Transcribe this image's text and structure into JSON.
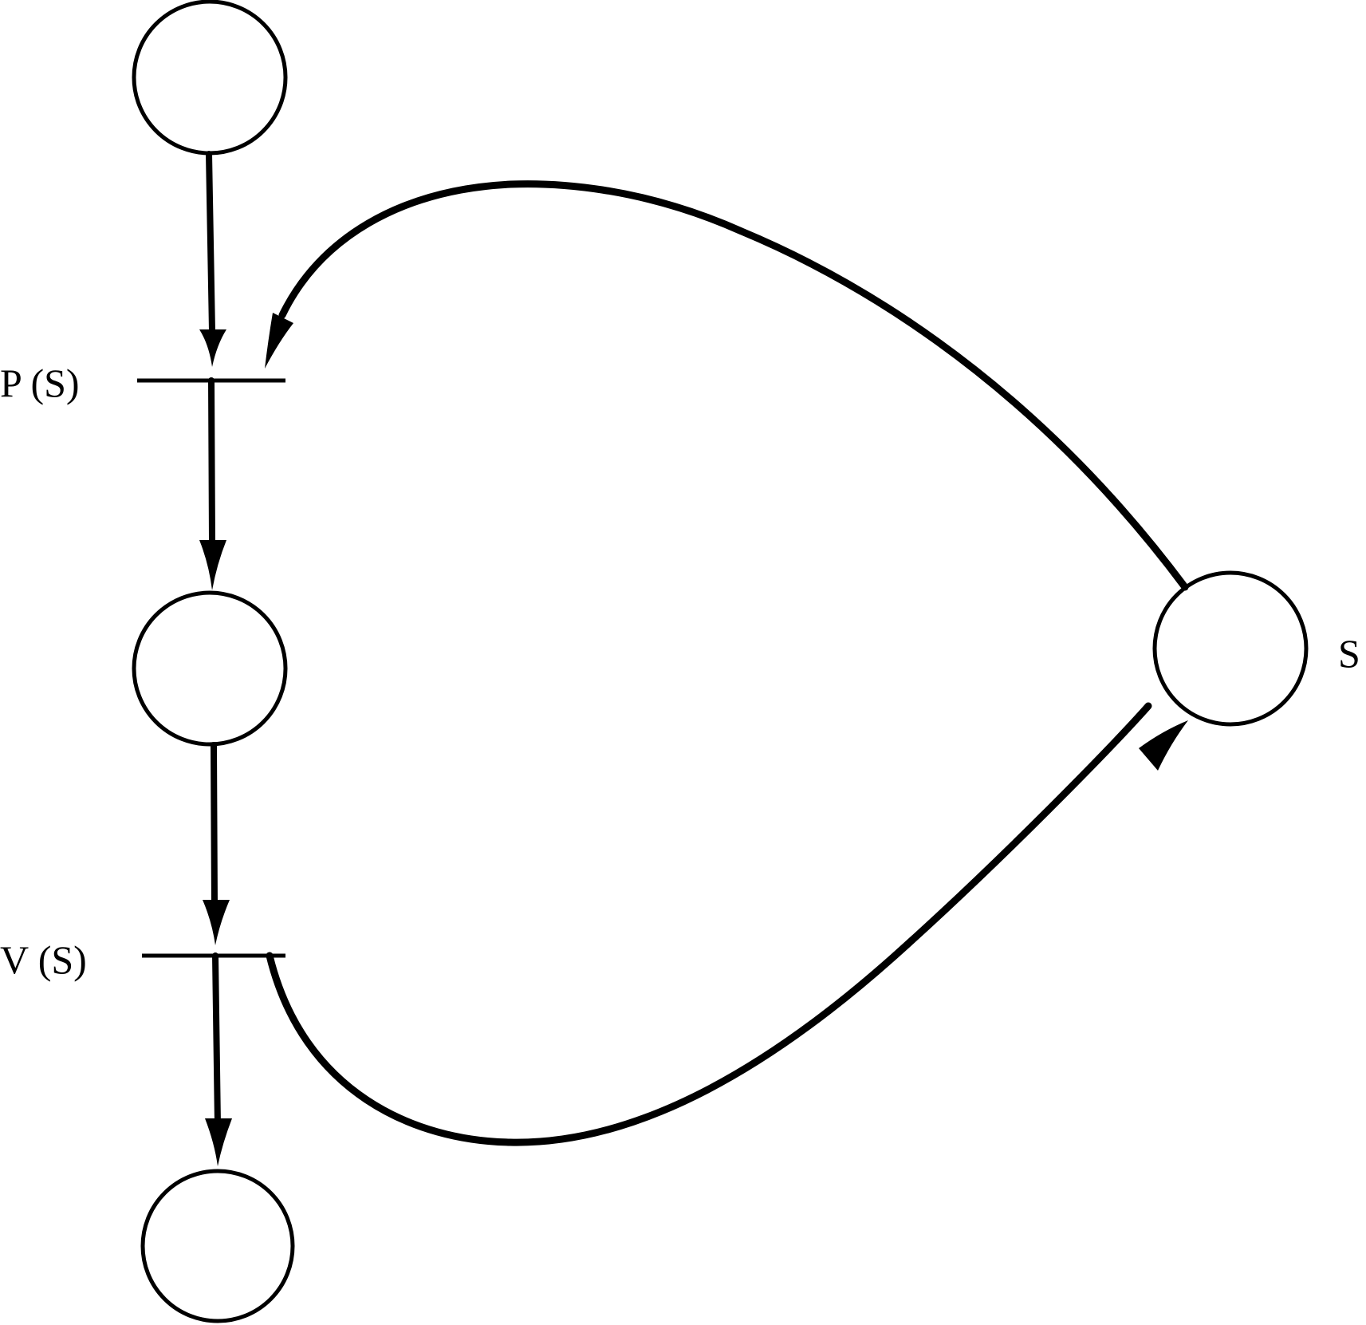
{
  "diagram": {
    "type": "petri-net",
    "labels": {
      "p_transition": "P (S)",
      "v_transition": "V (S)",
      "semaphore_place": "S"
    },
    "places": [
      {
        "id": "top-place"
      },
      {
        "id": "middle-place"
      },
      {
        "id": "bottom-place"
      },
      {
        "id": "semaphore-place",
        "label_key": "semaphore_place"
      }
    ],
    "transitions": [
      {
        "id": "p-transition",
        "label_key": "p_transition"
      },
      {
        "id": "v-transition",
        "label_key": "v_transition"
      }
    ],
    "arcs": [
      {
        "from": "top-place",
        "to": "p-transition"
      },
      {
        "from": "p-transition",
        "to": "middle-place"
      },
      {
        "from": "middle-place",
        "to": "v-transition"
      },
      {
        "from": "v-transition",
        "to": "bottom-place"
      },
      {
        "from": "semaphore-place",
        "to": "p-transition"
      },
      {
        "from": "v-transition",
        "to": "semaphore-place"
      }
    ]
  }
}
